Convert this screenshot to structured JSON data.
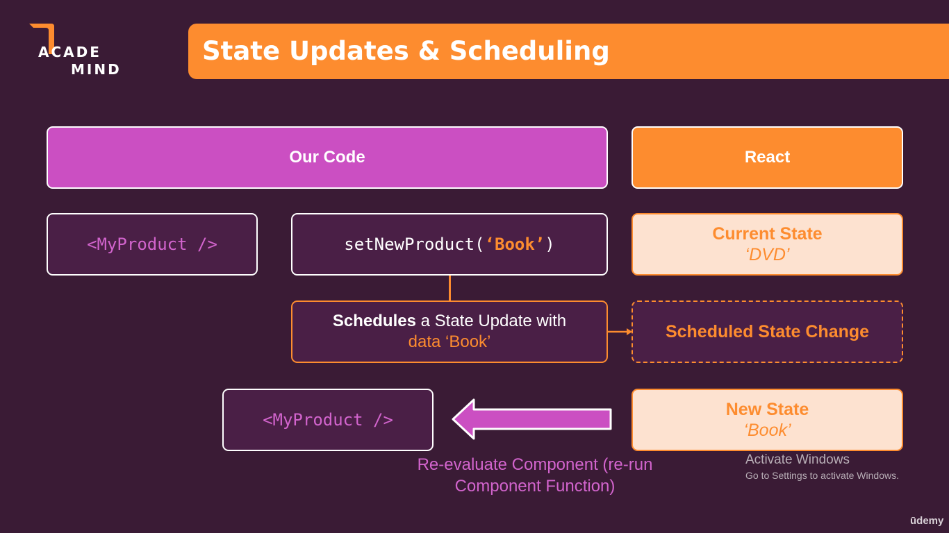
{
  "logo": {
    "line1": "ACADE",
    "line2": "MIND"
  },
  "title": "State Updates & Scheduling",
  "columns": {
    "our_code": "Our Code",
    "react": "React"
  },
  "row1": {
    "component": "<MyProduct />",
    "call_prefix": "setNewProduct(",
    "call_arg": "‘Book’",
    "call_suffix": ")",
    "current_state_title": "Current State",
    "current_state_value": "‘DVD’"
  },
  "row2": {
    "schedules_bold": "Schedules",
    "schedules_rest": " a State Update with",
    "schedules_line2": "data ‘Book’",
    "scheduled_change": "Scheduled State Change"
  },
  "row3": {
    "component": "<MyProduct />",
    "new_state_title": "New State",
    "new_state_value": "‘Book’"
  },
  "reevaluate": {
    "line1": "Re-evaluate Component (re-run",
    "line2": "Component Function)"
  },
  "watermark": {
    "title": "Activate Windows",
    "subtitle": "Go to Settings to activate Windows."
  },
  "udemy": "ūdemy",
  "colors": {
    "background": "#3a1b35",
    "orange": "#fd8c2f",
    "magenta": "#cb4fc2",
    "cream": "#fde2d0",
    "dark_box": "#4a1f46"
  }
}
